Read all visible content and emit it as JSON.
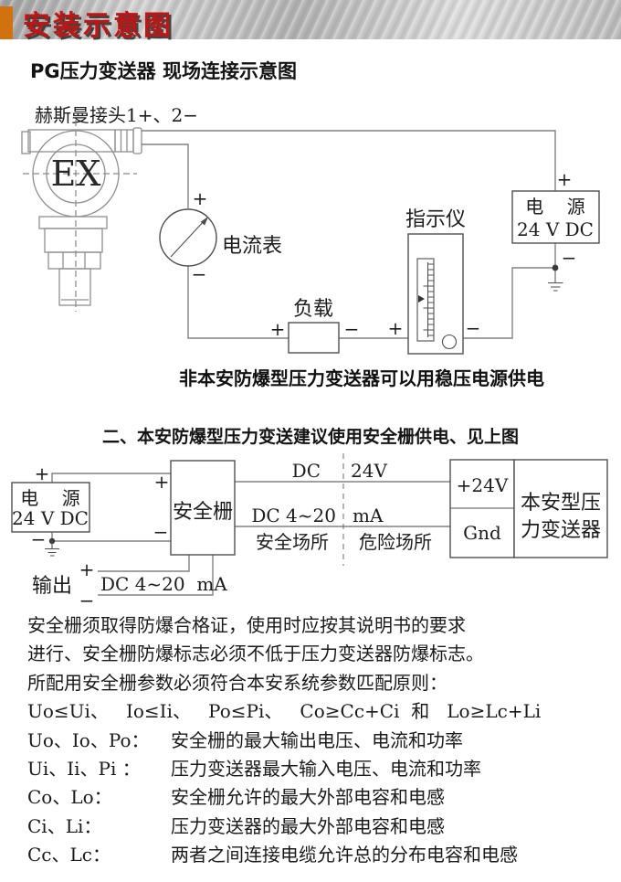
{
  "header": {
    "banner_title": "安装示意图"
  },
  "colors": {
    "banner_accent": "#d2720e",
    "banner_title_red": "#c31414",
    "diagram_stroke": "#4f4f4f",
    "wire_gray": "#828282"
  },
  "section1": {
    "title": "PG压力变送器 现场连接示意图",
    "connector_label": "赫斯曼接头1+、2−",
    "device_label": "EX",
    "ammeter_label": "电流表",
    "load_label": "负载",
    "indicator_label": "指示仪",
    "power_line1": "电    源",
    "power_line2": "24 V DC",
    "caption": "非本安防爆型压力变送器可以用稳压电源供电"
  },
  "section2": {
    "title": "二、本安防爆型压力变送建议使用安全栅供电、见上图",
    "power_line1": "电    源",
    "power_line2": "24 V DC",
    "barrier_label": "安全栅",
    "wire_top_left": "DC",
    "wire_top_right": "24V",
    "wire_mid_left": "DC 4~20",
    "wire_mid_right": "mA",
    "area_safe": "安全场所",
    "area_hazard": "危险场所",
    "terminal_plus": "+24V",
    "terminal_gnd": "Gnd",
    "device_line1": "本安型压",
    "device_line2": "力变送器",
    "output_label": "输出",
    "output_range": "DC 4~20  mA"
  },
  "symbols": {
    "plus": "+",
    "minus": "−"
  },
  "notes": {
    "line1": "安全栅须取得防爆合格证，使用时应按其说明书的要求",
    "line2": "进行、安全栅防爆标志必须不低于压力变送器防爆标志。",
    "line3": "所配用安全栅参数必须符合本安系统参数匹配原则：",
    "formula": "Uo≤Ui、   Io≤Ii、   Po≤Pi、   Co≥Cc+Ci  和   Lo≥Lc+Li",
    "defs": [
      {
        "term": "Uo、Io、Po：",
        "desc": "安全栅的最大输出电压、电流和功率"
      },
      {
        "term": "Ui、Ii、Pi ：",
        "desc": "压力变送器最大输入电压、电流和功率"
      },
      {
        "term": "Co、Lo：",
        "desc": "安全栅允许的最大外部电容和电感"
      },
      {
        "term": "Ci、Li：",
        "desc": "压力变送器的最大外部电容和电感"
      },
      {
        "term": "Cc、Lc：",
        "desc": "两者之间连接电缆允许总的分布电容和电感"
      }
    ]
  }
}
